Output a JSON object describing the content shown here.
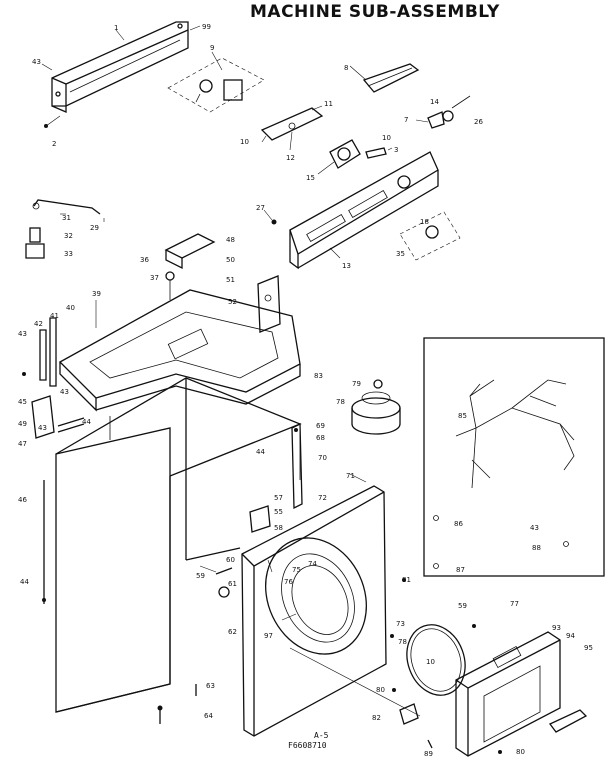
{
  "title": "MACHINE SUB-ASSEMBLY",
  "footer": {
    "page": "A-5",
    "code": "F6608710"
  },
  "callouts": {
    "c1": "1",
    "c99": "99",
    "c43a": "43",
    "c9": "9",
    "c2": "2",
    "c8": "8",
    "c11": "11",
    "c10a": "10",
    "c12": "12",
    "c10b": "10",
    "c3": "3",
    "c15": "15",
    "c14": "14",
    "c7": "7",
    "c26": "26",
    "c31": "31",
    "c29": "29",
    "c32": "32",
    "c33": "33",
    "c27": "27",
    "c13": "13",
    "c18": "18",
    "c35": "35",
    "c36": "36",
    "c48": "48",
    "c37": "37",
    "c50": "50",
    "c51": "51",
    "c52": "52",
    "c39": "39",
    "c40": "40",
    "c43b": "43",
    "c42": "42",
    "c41": "41",
    "c83": "83",
    "c43c": "43",
    "c45": "45",
    "c44a": "44",
    "c43d": "43",
    "c46": "46",
    "c47": "47",
    "c49": "49",
    "c79": "79",
    "c78": "78",
    "c69": "69",
    "c68": "68",
    "c44b": "44",
    "c70": "70",
    "c71": "71",
    "c72": "72",
    "c85": "85",
    "c86": "86",
    "c43e": "43",
    "c88": "88",
    "c87": "87",
    "c57": "57",
    "c55": "55",
    "c58": "58",
    "c60": "60",
    "c61": "61",
    "c62": "62",
    "c75": "75",
    "c74": "74",
    "c76": "76",
    "c97": "97",
    "c81": "81",
    "c44c": "44",
    "c63": "63",
    "c64": "64",
    "c73": "73",
    "c10c": "10",
    "c78b": "78",
    "c59": "59",
    "c77": "77",
    "c93": "93",
    "c94": "94",
    "c95": "95",
    "c80a": "80",
    "c82": "82",
    "c89": "89",
    "c80b": "80"
  }
}
